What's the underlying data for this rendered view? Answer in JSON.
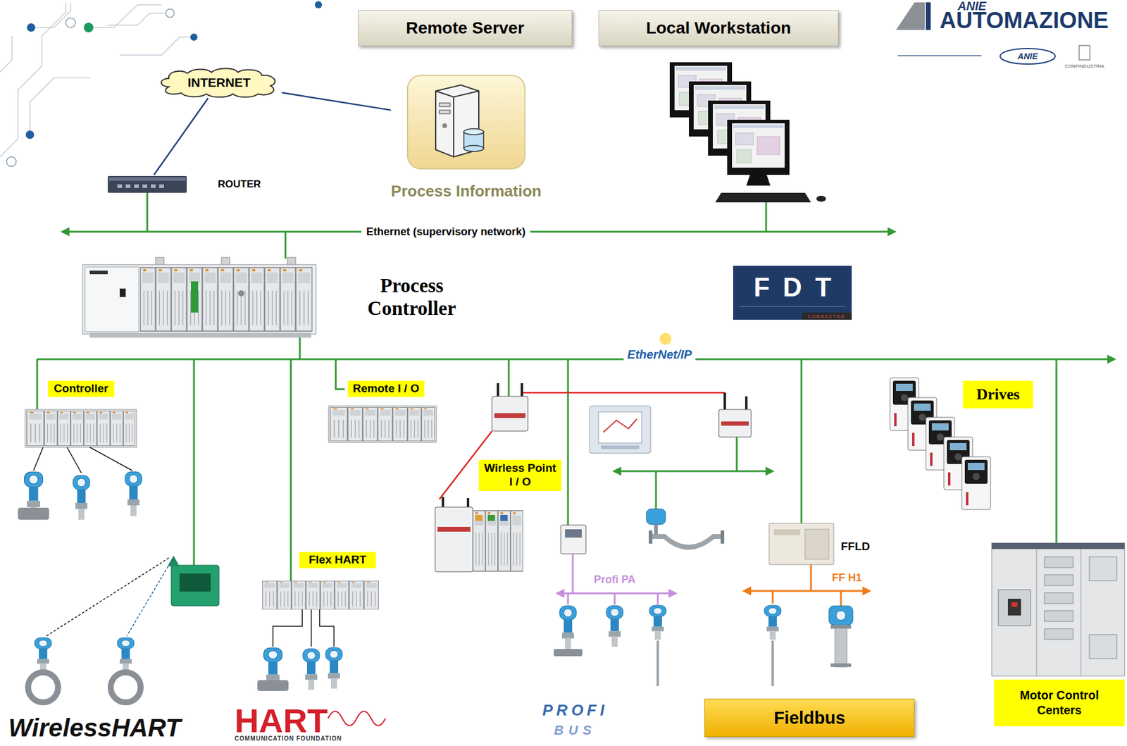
{
  "diagram": {
    "nodes": [
      {
        "text": [
          "Remote Server"
        ]
      },
      {
        "text": [
          "Local Workstation"
        ]
      },
      {
        "text": [
          "INTERNET"
        ]
      },
      {
        "text": [
          "ROUTER"
        ]
      },
      {
        "text": [
          "Process Information"
        ]
      },
      {
        "text": [
          "Process Controller"
        ]
      },
      {
        "text": [
          "Controller"
        ]
      },
      {
        "text": [
          "Remote I / O"
        ]
      },
      {
        "text": [
          "Wirless Point I / O"
        ]
      },
      {
        "text": [
          "Flex HART"
        ]
      },
      {
        "text": [
          "Drives"
        ]
      },
      {
        "text": [
          "Fieldbus"
        ]
      },
      {
        "text": [
          "Motor Control Centers"
        ]
      }
    ],
    "edges": [
      {
        "from": 2,
        "to": 3,
        "arrow": "none"
      },
      {
        "from": 2,
        "to": 4,
        "arrow": "none"
      }
    ],
    "labels": [
      "ANIE",
      "AUTOMAZIONE",
      "ANIE",
      "CONFINDUSTRIA",
      "Ethernet (supervisory network)",
      "EtherNet/IP",
      "FDT",
      "CONNECTED",
      "FFLD",
      "Profi PA",
      "FF H1",
      "WirelessHART",
      "HART",
      "COMMUNICATION FOUNDATION",
      "PROFI",
      "BUS"
    ]
  }
}
